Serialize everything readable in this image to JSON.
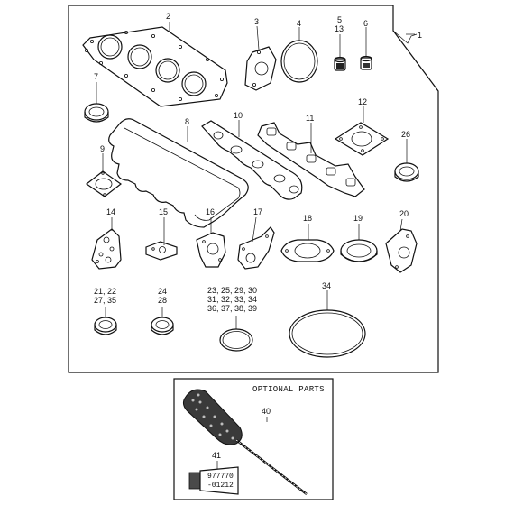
{
  "parts": [
    {
      "id": "p1",
      "label": "1"
    },
    {
      "id": "p2",
      "label": "2"
    },
    {
      "id": "p3",
      "label": "3"
    },
    {
      "id": "p4",
      "label": "4"
    },
    {
      "id": "p5",
      "label": "5"
    },
    {
      "id": "p13",
      "label": "13"
    },
    {
      "id": "p6",
      "label": "6"
    },
    {
      "id": "p7",
      "label": "7"
    },
    {
      "id": "p8",
      "label": "8"
    },
    {
      "id": "p9",
      "label": "9"
    },
    {
      "id": "p10",
      "label": "10"
    },
    {
      "id": "p11",
      "label": "11"
    },
    {
      "id": "p12",
      "label": "12"
    },
    {
      "id": "p26",
      "label": "26"
    },
    {
      "id": "p14",
      "label": "14"
    },
    {
      "id": "p15",
      "label": "15"
    },
    {
      "id": "p16",
      "label": "16"
    },
    {
      "id": "p17",
      "label": "17"
    },
    {
      "id": "p18",
      "label": "18"
    },
    {
      "id": "p19",
      "label": "19"
    },
    {
      "id": "p20",
      "label": "20"
    },
    {
      "id": "p21",
      "label": "21, 22"
    },
    {
      "id": "p21b",
      "label": "27, 35"
    },
    {
      "id": "p24",
      "label": "24"
    },
    {
      "id": "p24b",
      "label": "28"
    },
    {
      "id": "p23",
      "label": "23, 25, 29, 30"
    },
    {
      "id": "p23b",
      "label": "31, 32, 33, 34"
    },
    {
      "id": "p23c",
      "label": "36, 37, 38, 39"
    },
    {
      "id": "p34",
      "label": "34"
    },
    {
      "id": "p40",
      "label": "40"
    },
    {
      "id": "p41",
      "label": "41"
    }
  ],
  "optional": {
    "title": "OPTIONAL PARTS",
    "tube_line1": "977770",
    "tube_line2": "-01212"
  }
}
